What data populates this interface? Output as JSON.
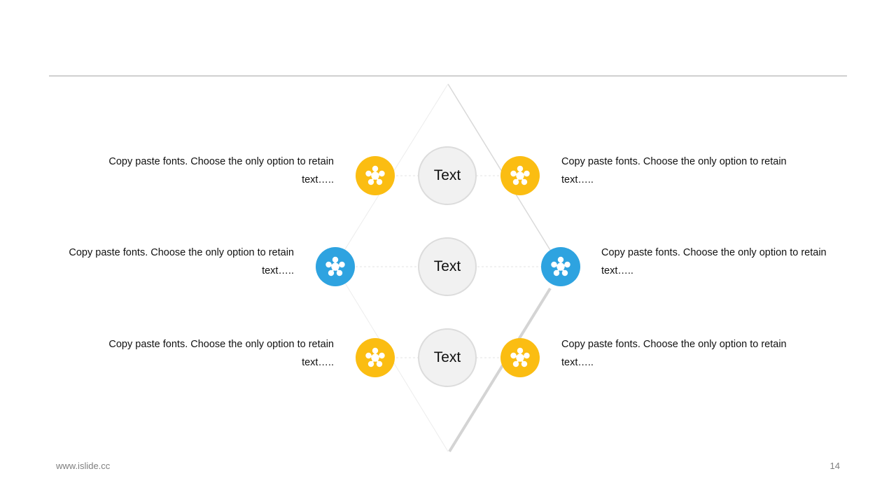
{
  "colors": {
    "yellow": "#fbbd12",
    "blue": "#2ea3e0",
    "rule": "#a6a6a6",
    "circle_fill": "#f1f1f1",
    "circle_border": "#dcdcdc"
  },
  "center_nodes": [
    {
      "label": "Text"
    },
    {
      "label": "Text"
    },
    {
      "label": "Text"
    }
  ],
  "items": [
    {
      "icon": "network-icon",
      "color": "yellow",
      "text": "Copy paste fonts. Choose the only option to retain text….."
    },
    {
      "icon": "network-icon",
      "color": "yellow",
      "text": "Copy paste fonts. Choose the only option to retain text….."
    },
    {
      "icon": "network-icon",
      "color": "blue",
      "text": "Copy paste fonts. Choose the only option to retain text….."
    },
    {
      "icon": "network-icon",
      "color": "blue",
      "text": "Copy paste fonts. Choose the only option to retain text….."
    },
    {
      "icon": "network-icon",
      "color": "yellow",
      "text": "Copy paste fonts. Choose the only option to retain text….."
    },
    {
      "icon": "network-icon",
      "color": "yellow",
      "text": "Copy paste fonts. Choose the only option to retain text….."
    }
  ],
  "footer": {
    "url": "www.islide.cc",
    "page": "14"
  }
}
